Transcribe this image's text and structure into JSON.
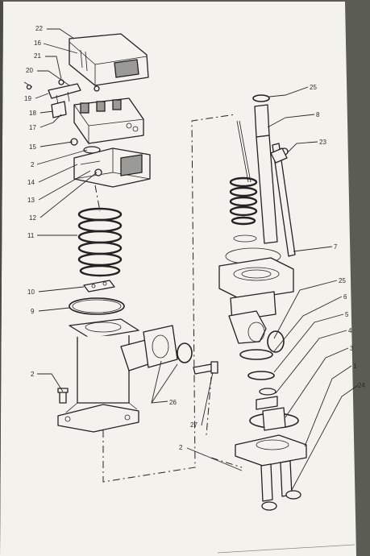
{
  "labels": {
    "l22": "22",
    "l16": "16",
    "l21": "21",
    "l20": "20",
    "l19": "19",
    "l18": "18",
    "l17": "17",
    "l15": "15",
    "l2a": "2",
    "l14": "14",
    "l13": "13",
    "l12": "12",
    "l11": "11",
    "l10": "10",
    "l9": "9",
    "l2b": "2",
    "l26": "26",
    "l27": "27",
    "l2c": "2",
    "l25a": "25",
    "l8": "8",
    "l23": "23",
    "l7": "7",
    "l25b": "25",
    "l6": "6",
    "l5": "5",
    "l4": "4",
    "l3": "3",
    "l1": "1",
    "l24": "24"
  },
  "colors": {
    "paper": "#f3f2ec",
    "ink": "#222222",
    "background": "#5b5d55"
  }
}
